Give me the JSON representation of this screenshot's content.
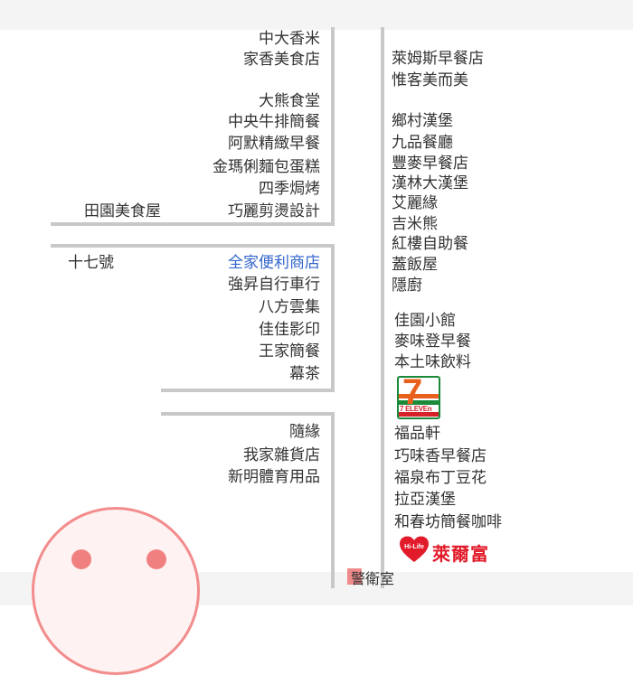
{
  "map": {
    "left_column": {
      "block1_right": [
        "中大香米",
        "家香美食店"
      ],
      "block2_right": [
        "大熊食堂",
        "中央牛排簡餐",
        "阿默精緻早餐",
        "金瑪俐麵包蛋糕",
        "四季焗烤",
        "巧麗剪燙設計"
      ],
      "block2_left": "田園美食屋",
      "block3_left": "十七號",
      "block3_right_link": "全家便利商店",
      "block3_right": [
        "強昇自行車行",
        "八方雲集",
        "佳佳影印",
        "王家簡餐",
        "幕茶"
      ],
      "block4_right": [
        "隨緣",
        "我家雜貨店",
        "新明體育用品"
      ]
    },
    "right_column": {
      "group1": [
        "萊姆斯早餐店",
        "惟客美而美"
      ],
      "group2": [
        "鄉村漢堡",
        "九品餐廳",
        "豐麥早餐店",
        "漢林大漢堡",
        "艾麗緣",
        "吉米熊",
        "紅樓自助餐",
        "蓋飯屋",
        "隱廚"
      ],
      "group3": [
        "佳園小館",
        "麥味登早餐",
        "本土味飲料"
      ],
      "seven_eleven_logo": "7 ELEVEn",
      "group4": [
        "福品軒",
        "巧味香早餐店",
        "福泉布丁豆花",
        "拉亞漢堡",
        "和春坊簡餐咖啡"
      ],
      "hilife_logo_text": "Hi-Life",
      "hilife_name": "萊爾富"
    },
    "bottom_label": "警衛室"
  },
  "colors": {
    "text": "#333333",
    "link": "#3366cc",
    "wall": "#c8c8c8",
    "avatar": "#f08080",
    "hilife": "#e21b2a",
    "seven_green": "#1a8a3a",
    "seven_orange": "#e8601c",
    "seven_red": "#d6202a"
  }
}
